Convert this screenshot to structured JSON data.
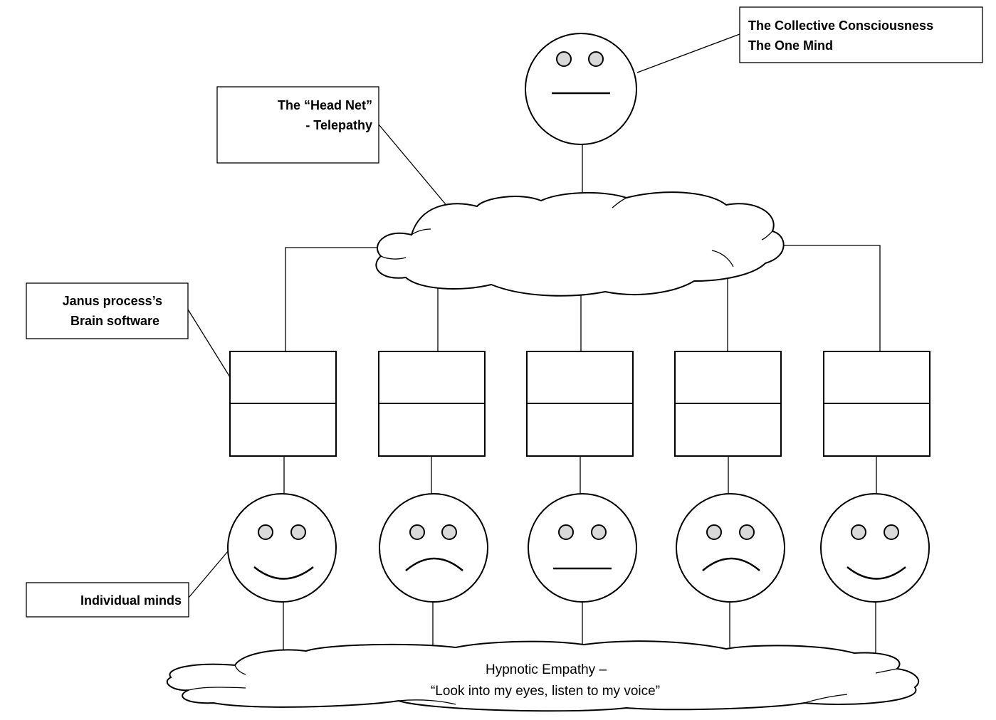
{
  "labels": {
    "collective_line1": "The Collective Consciousness",
    "collective_line2": "The One Mind",
    "headnet_line1": "The “Head Net”",
    "headnet_line2": "- Telepathy",
    "janus_line1": "Janus process’s",
    "janus_line2": "Brain software",
    "individual": "Individual minds",
    "empathy_line1": "Hypnotic Empathy –",
    "empathy_line2": "“Look into my eyes, listen to my voice”"
  },
  "top_face": {
    "expression": "neutral"
  },
  "individual_faces": [
    {
      "expression": "happy"
    },
    {
      "expression": "sad"
    },
    {
      "expression": "neutral"
    },
    {
      "expression": "sad"
    },
    {
      "expression": "happy"
    }
  ],
  "brain_software_boxes": 5,
  "colors": {
    "stroke": "#000000",
    "eye_fill": "#d9d9d9",
    "background": "#ffffff"
  }
}
